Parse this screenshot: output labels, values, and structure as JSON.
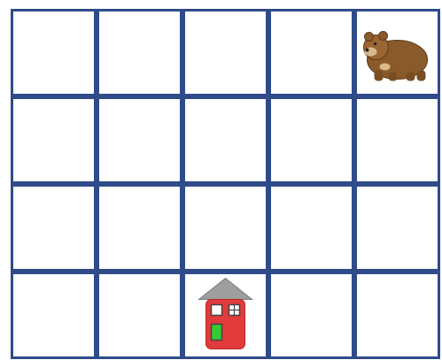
{
  "board": {
    "rows": 4,
    "cols": 5,
    "grid_color": "#2f4b8a",
    "background_color": "#ffffff"
  },
  "pieces": [
    {
      "name": "bear",
      "icon": "bear-icon",
      "row": 0,
      "col": 4,
      "color": "#8b5a2b"
    },
    {
      "name": "house",
      "icon": "house-icon",
      "row": 3,
      "col": 2,
      "color": "#e23b3b",
      "roof_color": "#9e9e9e",
      "door_color": "#33cc33"
    }
  ]
}
